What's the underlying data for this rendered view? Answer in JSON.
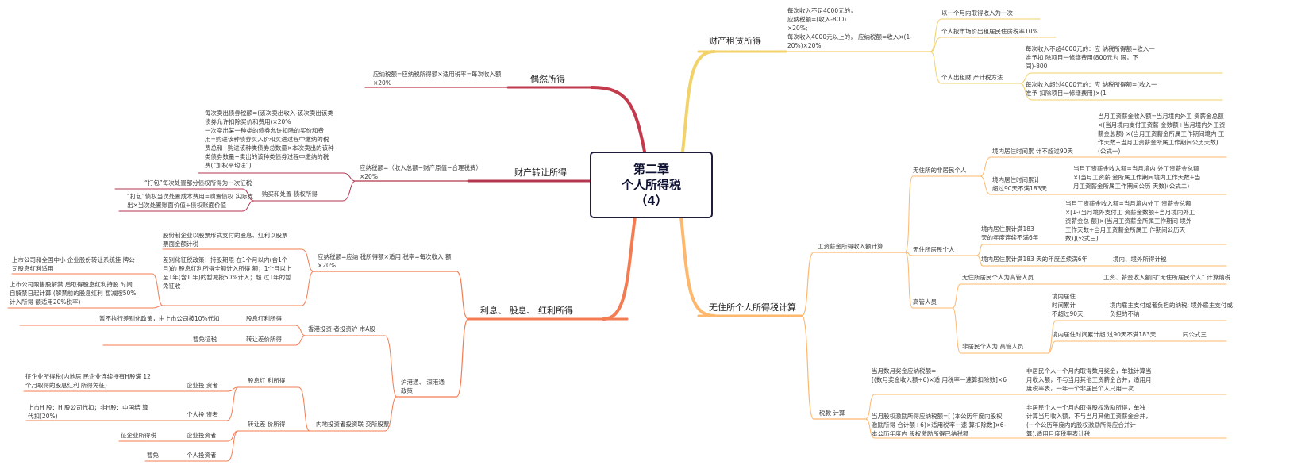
{
  "center": {
    "line1": "第二章",
    "line2": "个人所得税",
    "line3": "（4）"
  },
  "colors": {
    "rental": "#f2d26a",
    "nonresident": "#fdb86e",
    "occasional": "#c23a4c",
    "transfer": "#b2364e",
    "interest": "#f47c52",
    "center_border": "#1f1d3a"
  },
  "rental": {
    "label": "财产租赁所得",
    "formula": "每次收入不足4000元的，\n应纳税额=(收入-800)\n×20%;\n每次收入4000元以上的， 应纳税额=收入×(1-\n20%)×20%",
    "children": [
      {
        "label": "以一个月内取得收入为一次"
      },
      {
        "label": "个人按市场价出租居民住房税率10%"
      },
      {
        "label": "个人出租财 产计税方法",
        "children": [
          {
            "label": "每次收入不超4000元的：应 纳税所得额=收入一\n准予扣  除项目一修缮费用(800元为 限，下\n同)-800"
          },
          {
            "label": "每次收入超过4000元的：应 纳税所得额=(收入一\n准予 扣除项目一修缮费用)×(1"
          }
        ]
      }
    ]
  },
  "nonresident": {
    "label": "无住所个人所得税计算",
    "wage": {
      "label": "工资薪金所得收入额计算",
      "nonres": {
        "label": "无住所的非居民个人",
        "c1": {
          "label": "境内居住时间累 计不超过90天",
          "formula": "当月工资薪金收入额=当月境内外工 资薪金总额\n×(当月境内支付工资薪 金数额÷当月境内外工资\n薪金总额) ×(当月工资薪金所属工作期间境内 工\n作天数÷当月工资薪金所属工作期间公历天数)\n(公式一)"
        },
        "c2": {
          "label": "境内居住时间累计\n超过90天不满183天",
          "formula": "当月工资薪金收入额=当月境内 外工资薪金总额\n×(当月工资薪 金所属工作期间境内工作天数÷当\n月工资薪金所属工作期间公历 天数)(公式二)"
        }
      },
      "res": {
        "label": "无住所居民个人",
        "c1": {
          "label": "境内居住累计满183\n天的年度连续不满6年",
          "formula": "当月工资薪金收入额=当月境内外工 资薪金总额\n×[1-(当月境外支付工 资薪金数额÷当月境内外工\n资薪金总 额)×(当月工资薪金所属工作期间 境外\n工作天数÷当月工资薪金所属工 作期间公历天\n数)](公式三)"
        },
        "c2": {
          "label": "境内居住累计满183 天的年度连续满6年",
          "result": "境内、境外所得计税"
        }
      },
      "exec": {
        "label": "高管人员",
        "c1": {
          "label": "无住所居民个人为高管人员",
          "result": "工资、薪金收入额同“无住所居民个人” 计算纳税"
        },
        "c2": {
          "label": "非居民个人为 高管人员",
          "s1": {
            "label": "境内居住\n时间累计\n不超过90天",
            "result": "境内雇主支付或者负担的纳税;   境外雇主支付或\n负担的不纳"
          },
          "s2": {
            "label": "境内居住时间累计超 过90天不满183天",
            "result": "同公式三"
          }
        }
      }
    },
    "tax": {
      "label": "税款 计算",
      "c1": {
        "label": "当月数月奖金应纳税额=\n[(数月奖金收入额÷6)×适 用税率一速算扣除数]×6",
        "note": "非居民个人一个月内取得数月奖金，单独计算当\n月收入额，不与当月其他工资薪金合并，适用月\n度税率表，一年一个非居民个人只用一次"
      },
      "c2": {
        "label": "当月股权激励所得应纳税额=[ (本公历年度内股权\n激励所得 合计额÷6)×适用税率一速 算扣除数]×6-\n本公历年度内  股权激励所得已纳税额",
        "note": "非居民个人一个月内取得股权激励所得，单独\n计算当月收入额，不与当月其他工资薪金合并，\n(一个公历年度内的股权激励所得应合并计\n算),适用月度税率表计税"
      }
    }
  },
  "occasional": {
    "label": "偶然所得",
    "formula": "应纳税额=应纳税所得额×适用税率=每次收入额\n×20%"
  },
  "transfer": {
    "label": "财产转让所得",
    "formula": "应纳税额=（收入总额−财产原值−合理税费）\n×20%",
    "bond": "每次卖出债券税额=(该次卖出收入-该次卖出该类\n债券允许扣除买价和费用)×20%\n  一次卖出某一种类的债券允许扣除的买价和费\n用=购进该种债券买入价和买进过程中缴纳的税\n费总和÷购进该种类债券总数量×本次卖出的该种\n类债券数量+卖出的该种类债券过程中缴纳的税\n费(“加权平均法”)",
    "debt": {
      "label": "购买和处置 债权所得",
      "c1": "“打包”每次处置部分债权所得为一次征税",
      "c2": "“打包”债权当次处置成本费用=购置债权  实际支\n出×当次处置账面价值÷债权账面价值"
    }
  },
  "interest": {
    "label": "利息、 股息、 红利所得",
    "formula": {
      "label": "应纳税额=应纳 税所得额×适用 税率=每次收入 额\n×20%",
      "c1": "股份制企业以股票形式支付的股息、红利以股票\n票面金额计税",
      "c2": {
        "label": "差别化征税政策：持股期限 在1个月以内(含1个\n月)的 股息红利所得全额计入所得 额；1个月以上\n至1年(含1  年)的暂减按50%计入；超 过1年的暂\n免征收",
        "s1": "上市公司和全国中小 企业股份转让系统挂 牌公\n司股息红利适用",
        "s2": "上市公司限售股解禁  后取得股息红利持股 时间\n自解禁日起计算 (解禁前的股息红利  暂减按50%\n计入所得  额适用20%税率)"
      }
    },
    "connect": {
      "label": "沪港通、 深港通\n政策",
      "hk": {
        "label": "香港投资 者投资沪 市A股",
        "dividend": {
          "label": "股息红利所得",
          "result": "暂不执行差别化政策，由上市公司按10%代扣"
        },
        "gain": {
          "label": "转让差价所得",
          "result": "暂免征税"
        }
      },
      "mainland": {
        "label": "内地投资者投资联 交所股票",
        "dividend": {
          "label": "股息红 利所得",
          "corp": {
            "label": "企业投 资者",
            "result": "征企业所得税(内地居 民企业连续持有H股满 12\n个月取得的股息红利 所得免征)"
          },
          "indiv": {
            "label": "个人投 资者",
            "result": "上市H 股：H 股公司代扣；非H股：中国结  算\n代扣(20%)"
          }
        },
        "gain": {
          "label": "转让差 价所得",
          "corp": {
            "label": "企业投资者",
            "result": "征企业所得税"
          },
          "indiv": {
            "label": "个人投资者",
            "result": "暂免"
          }
        }
      }
    }
  }
}
